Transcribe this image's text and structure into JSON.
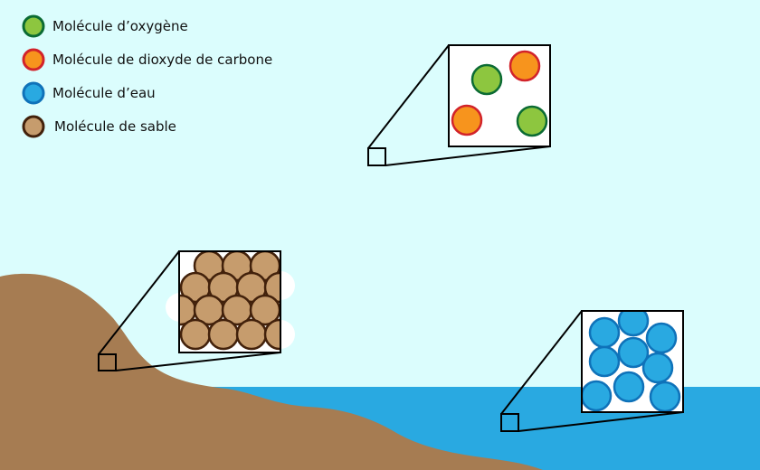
{
  "legend": [
    {
      "label": "Molécule d’oxygène",
      "fill": "#8dc63f",
      "stroke": "#0b6b33"
    },
    {
      "label": "Molécule de dioxyde de carbone",
      "fill": "#f7941d",
      "stroke": "#d2232a"
    },
    {
      "label": "Molécule d’eau",
      "fill": "#29a9e1",
      "stroke": "#0f72b9"
    },
    {
      "label": "Molécule de sable",
      "fill": "#c69c6d",
      "stroke": "#42210b"
    }
  ],
  "colors": {
    "sky": "#dbfdfd",
    "ground": "#a67c52",
    "water": "#29a9e1"
  }
}
